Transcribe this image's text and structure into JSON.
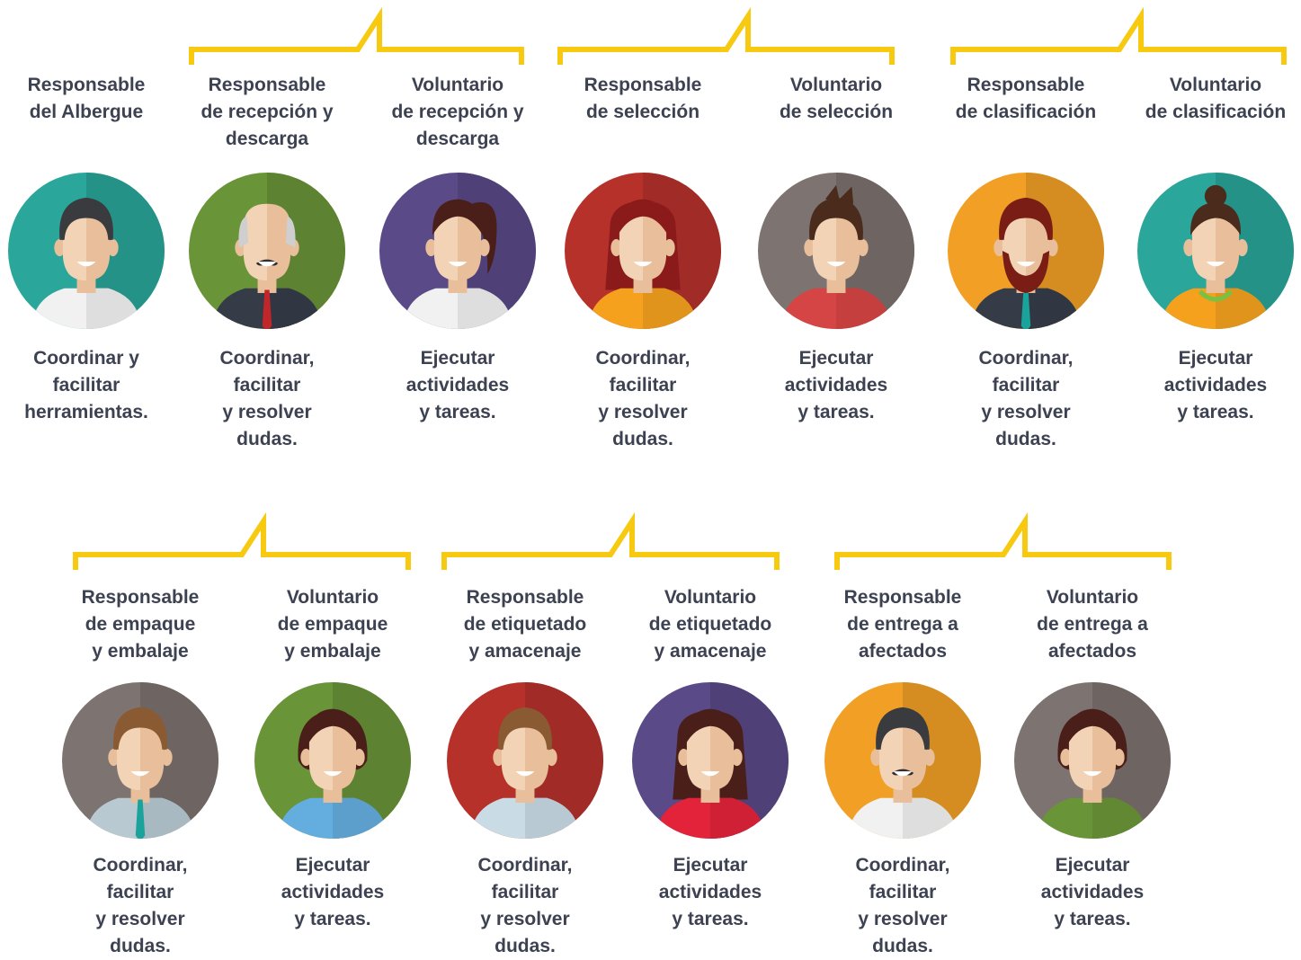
{
  "colors": {
    "text": "#3d4252",
    "bracket": "#f7c911",
    "skin_light": "#f2d3b5",
    "skin_shade": "#e8bf9a"
  },
  "people": [
    {
      "role": "Responsable\ndel Albergue",
      "task": "Coordinar y\nfacilitar\nherramientas.",
      "bg": "#2aa69a",
      "hair": "#3a3b3f",
      "hair_style": "short",
      "shirt": "#f1f1f1",
      "tie": "",
      "extra": ""
    },
    {
      "role": "Responsable\nde recepción y\ndescarga",
      "task": "Coordinar,\nfacilitar\ny resolver\ndudas.",
      "bg": "#6a9438",
      "hair": "#cfcfcf",
      "hair_style": "bald",
      "shirt": "#353c48",
      "tie": "#c0262a",
      "extra": "mustache"
    },
    {
      "role": "Voluntario\nde recepción y\ndescarga",
      "task": "Ejecutar\nactividades\ny tareas.",
      "bg": "#5a4a88",
      "hair": "#4a1f1a",
      "hair_style": "ponytail",
      "shirt": "#f1f1f1",
      "tie": "",
      "extra": ""
    },
    {
      "role": "Responsable\nde selección",
      "task": "Coordinar,\nfacilitar\ny resolver\ndudas.",
      "bg": "#b7312b",
      "hair": "#8b1a1a",
      "hair_style": "long",
      "shirt": "#f5a11e",
      "tie": "",
      "extra": ""
    },
    {
      "role": "Voluntario\nde selección",
      "task": "Ejecutar\nactividades\ny tareas.",
      "bg": "#7d7370",
      "hair": "#4a2b1c",
      "hair_style": "spiky",
      "shirt": "#d64545",
      "tie": "",
      "extra": ""
    },
    {
      "role": "Responsable\nde clasificación",
      "task": "Coordinar,\nfacilitar\ny resolver\ndudas.",
      "bg": "#f2a025",
      "hair": "#7a1d14",
      "hair_style": "short",
      "shirt": "#353c48",
      "tie": "#1aa39a",
      "extra": "beard"
    },
    {
      "role": "Voluntario\nde clasificación",
      "task": "Ejecutar\nactividades\ny tareas.",
      "bg": "#2aa69a",
      "hair": "#4a2b1c",
      "hair_style": "bun",
      "shirt": "#f5a11e",
      "tie": "",
      "extra": "necklace"
    },
    {
      "role": "Responsable\nde empaque\ny embalaje",
      "task": "Coordinar,\nfacilitar\ny resolver\ndudas.",
      "bg": "#7d7370",
      "hair": "#8a5a32",
      "hair_style": "short",
      "shirt": "#b8c9d2",
      "tie": "#1aa39a",
      "extra": ""
    },
    {
      "role": "Voluntario\nde empaque\ny embalaje",
      "task": "Ejecutar\nactividades\ny tareas.",
      "bg": "#6a9438",
      "hair": "#4a1f1a",
      "hair_style": "bob",
      "shirt": "#64addf",
      "tie": "",
      "extra": ""
    },
    {
      "role": "Responsable\nde etiquetado\ny amacenaje",
      "task": "Coordinar,\nfacilitar\ny resolver\ndudas.",
      "bg": "#b7312b",
      "hair": "#8a5a32",
      "hair_style": "short",
      "shirt": "#c9dbe5",
      "tie": "",
      "extra": ""
    },
    {
      "role": "Voluntario\nde etiquetado\ny amacenaje",
      "task": "Ejecutar\nactividades\ny tareas.",
      "bg": "#5a4a88",
      "hair": "#4a1f1a",
      "hair_style": "long",
      "shirt": "#e2233a",
      "tie": "",
      "extra": ""
    },
    {
      "role": "Responsable\nde entrega a\nafectados",
      "task": "Coordinar,\nfacilitar\ny resolver\ndudas.",
      "bg": "#f2a025",
      "hair": "#3a3b3f",
      "hair_style": "short",
      "shirt": "#f1f1f1",
      "tie": "",
      "extra": "mustache"
    },
    {
      "role": "Voluntario\nde entrega a\nafectados",
      "task": "Ejecutar\nactividades\ny tareas.",
      "bg": "#7d7370",
      "hair": "#4a1f1a",
      "hair_style": "bob",
      "shirt": "#6a9438",
      "tie": "",
      "extra": ""
    }
  ]
}
